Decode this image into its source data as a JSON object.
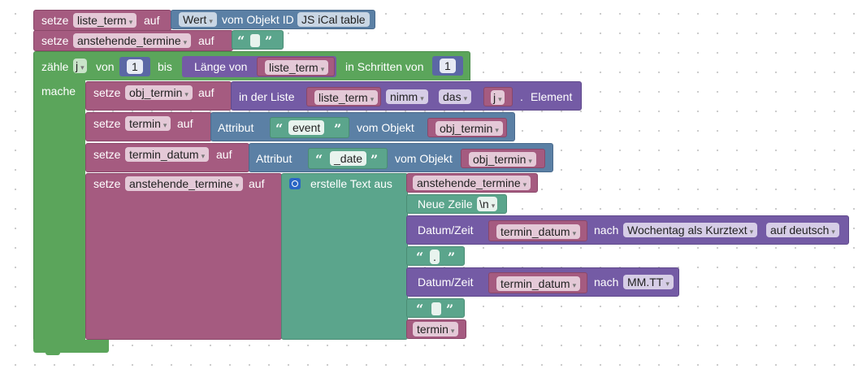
{
  "colors": {
    "variable": "#a55b80",
    "loop": "#5ba55b",
    "text": "#5ba58c",
    "object": "#5b80a5",
    "list": "#745ba5",
    "math": "#5b67a5"
  },
  "row1": {
    "setze": "setze",
    "var": "liste_term",
    "auf": "auf",
    "wert": "Wert",
    "vom_objekt": "vom Objekt ID",
    "object_id": "JS iCal table"
  },
  "row2": {
    "setze": "setze",
    "var": "anstehende_termine",
    "auf": "auf",
    "open_q": "“",
    "close_q": "”"
  },
  "loop": {
    "zaehle": "zähle",
    "var": "j",
    "von": "von",
    "from": "1",
    "bis": "bis",
    "laenge": "Länge von",
    "list": "liste_term",
    "schritten": "in Schritten von",
    "step": "1",
    "mache": "mache"
  },
  "s1": {
    "setze": "setze",
    "var": "obj_termin",
    "auf": "auf",
    "in_liste": "in der Liste",
    "list": "liste_term",
    "nimm": "nimm",
    "das": "das",
    "idx": "j",
    "dot": ".",
    "element": "Element"
  },
  "s2": {
    "setze": "setze",
    "var": "termin",
    "auf": "auf",
    "attribut": "Attribut",
    "open_q": "“",
    "key": "event",
    "close_q": "”",
    "vom_objekt": "vom Objekt",
    "obj": "obj_termin"
  },
  "s3": {
    "setze": "setze",
    "var": "termin_datum",
    "auf": "auf",
    "attribut": "Attribut",
    "open_q": "“",
    "key": "_date",
    "close_q": "”",
    "vom_objekt": "vom Objekt",
    "obj": "obj_termin"
  },
  "s4": {
    "setze": "setze",
    "var": "anstehende_termine",
    "auf": "auf",
    "erstelle": "erstelle Text aus",
    "item1": "anstehende_termine",
    "item2_label": "Neue Zeile",
    "item2_value": "\\n",
    "item3_label": "Datum/Zeit",
    "item3_var": "termin_datum",
    "item3_nach": "nach",
    "item3_fmt": "Wochentag als Kurztext",
    "item3_lang": "auf deutsch",
    "item4_open": "“",
    "item4_value": ".",
    "item4_close": "”",
    "item5_label": "Datum/Zeit",
    "item5_var": "termin_datum",
    "item5_nach": "nach",
    "item5_fmt": "MM.TT",
    "item6_open": "“",
    "item6_close": "”",
    "item7": "termin"
  },
  "dropdown_arrow": "▾"
}
